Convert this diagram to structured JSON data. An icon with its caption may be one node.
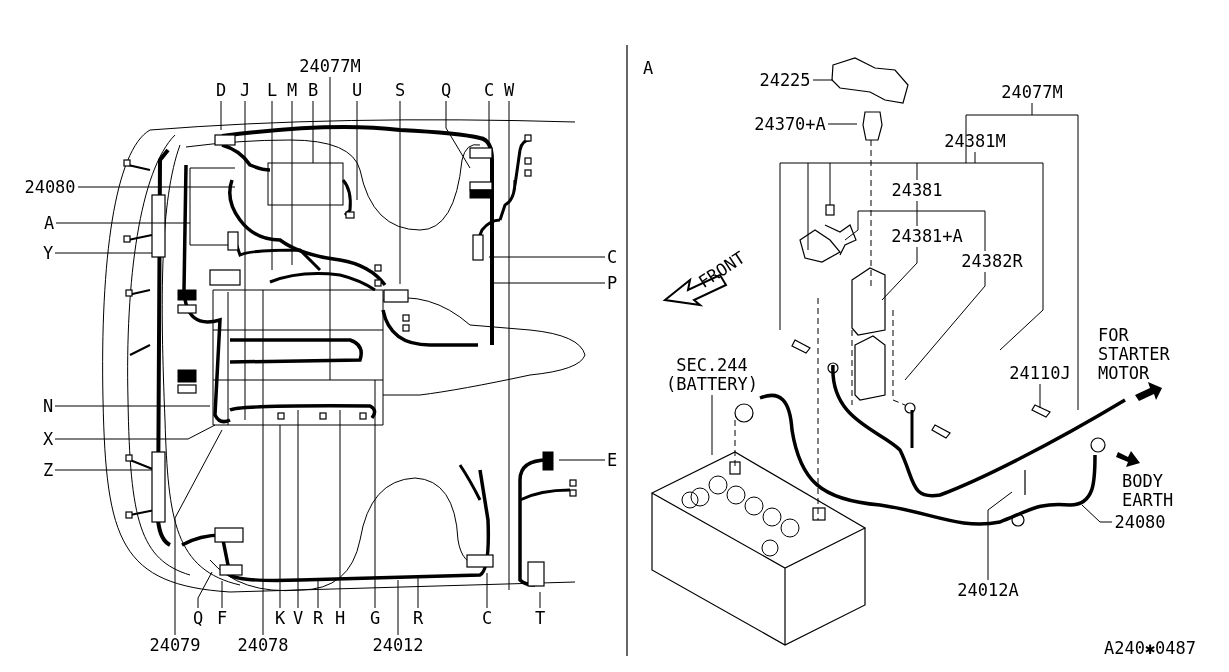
{
  "diagram": {
    "nodes": [
      {
        "text": [
          "24077M"
        ]
      },
      {
        "text": [
          "D"
        ]
      },
      {
        "text": [
          "J"
        ]
      },
      {
        "text": [
          "L"
        ]
      },
      {
        "text": [
          "M"
        ]
      },
      {
        "text": [
          "B"
        ]
      },
      {
        "text": [
          "U"
        ]
      },
      {
        "text": [
          "S"
        ]
      },
      {
        "text": [
          "Q"
        ]
      },
      {
        "text": [
          "C"
        ]
      },
      {
        "text": [
          "W"
        ]
      },
      {
        "text": [
          "24080"
        ]
      },
      {
        "text": [
          "A"
        ]
      },
      {
        "text": [
          "Y"
        ]
      },
      {
        "text": [
          "N"
        ]
      },
      {
        "text": [
          "X"
        ]
      },
      {
        "text": [
          "Z"
        ]
      },
      {
        "text": [
          "C"
        ]
      },
      {
        "text": [
          "P"
        ]
      },
      {
        "text": [
          "E"
        ]
      },
      {
        "text": [
          "Q"
        ]
      },
      {
        "text": [
          "F"
        ]
      },
      {
        "text": [
          "K"
        ]
      },
      {
        "text": [
          "V"
        ]
      },
      {
        "text": [
          "R"
        ]
      },
      {
        "text": [
          "H"
        ]
      },
      {
        "text": [
          "G"
        ]
      },
      {
        "text": [
          "R"
        ]
      },
      {
        "text": [
          "C"
        ]
      },
      {
        "text": [
          "T"
        ]
      },
      {
        "text": [
          "24079"
        ]
      },
      {
        "text": [
          "24078"
        ]
      },
      {
        "text": [
          "24012"
        ]
      },
      {
        "text": [
          "24225"
        ]
      },
      {
        "text": [
          "24370+A"
        ]
      },
      {
        "text": [
          "24077M"
        ]
      },
      {
        "text": [
          "24381M"
        ]
      },
      {
        "text": [
          "24381"
        ]
      },
      {
        "text": [
          "24381+A"
        ]
      },
      {
        "text": [
          "24382R"
        ]
      },
      {
        "text": [
          "SEC.244 (BATTERY)"
        ]
      },
      {
        "text": [
          "24110J"
        ]
      },
      {
        "text": [
          "24080"
        ]
      },
      {
        "text": [
          "24012A"
        ]
      }
    ],
    "edges": [
      {
        "from": 0,
        "to": null,
        "arrow": "none"
      },
      {
        "from": 1,
        "to": null,
        "arrow": "none"
      },
      {
        "from": 2,
        "to": null,
        "arrow": "none"
      },
      {
        "from": 3,
        "to": null,
        "arrow": "none"
      },
      {
        "from": 4,
        "to": null,
        "arrow": "none"
      },
      {
        "from": 5,
        "to": null,
        "arrow": "none"
      },
      {
        "from": 6,
        "to": null,
        "arrow": "none"
      },
      {
        "from": 7,
        "to": null,
        "arrow": "none"
      },
      {
        "from": 8,
        "to": null,
        "arrow": "none"
      },
      {
        "from": 9,
        "to": null,
        "arrow": "none"
      },
      {
        "from": 10,
        "to": null,
        "arrow": "none"
      },
      {
        "from": 11,
        "to": null,
        "arrow": "none"
      },
      {
        "from": 12,
        "to": null,
        "arrow": "none"
      },
      {
        "from": 13,
        "to": null,
        "arrow": "none"
      },
      {
        "from": 14,
        "to": null,
        "arrow": "none"
      },
      {
        "from": 15,
        "to": null,
        "arrow": "none"
      },
      {
        "from": 16,
        "to": null,
        "arrow": "none"
      },
      {
        "from": 17,
        "to": null,
        "arrow": "none"
      },
      {
        "from": 18,
        "to": null,
        "arrow": "none"
      },
      {
        "from": 19,
        "to": null,
        "arrow": "none"
      },
      {
        "from": 20,
        "to": null,
        "arrow": "none"
      },
      {
        "from": 21,
        "to": null,
        "arrow": "none"
      },
      {
        "from": 22,
        "to": null,
        "arrow": "none"
      },
      {
        "from": 23,
        "to": null,
        "arrow": "none"
      },
      {
        "from": 24,
        "to": null,
        "arrow": "none"
      },
      {
        "from": 25,
        "to": null,
        "arrow": "none"
      },
      {
        "from": 26,
        "to": null,
        "arrow": "none"
      },
      {
        "from": 27,
        "to": null,
        "arrow": "none"
      },
      {
        "from": 28,
        "to": null,
        "arrow": "none"
      },
      {
        "from": 29,
        "to": null,
        "arrow": "none"
      },
      {
        "from": 30,
        "to": null,
        "arrow": "none"
      },
      {
        "from": 31,
        "to": null,
        "arrow": "none"
      },
      {
        "from": 32,
        "to": null,
        "arrow": "none"
      },
      {
        "from": 33,
        "to": null,
        "arrow": "none"
      },
      {
        "from": 34,
        "to": null,
        "arrow": "none"
      },
      {
        "from": 35,
        "to": null,
        "arrow": "none"
      },
      {
        "from": 36,
        "to": null,
        "arrow": "none"
      },
      {
        "from": 37,
        "to": null,
        "arrow": "none"
      },
      {
        "from": 38,
        "to": null,
        "arrow": "none"
      },
      {
        "from": 39,
        "to": null,
        "arrow": "none"
      },
      {
        "from": 40,
        "to": null,
        "arrow": "none"
      },
      {
        "from": 41,
        "to": null,
        "arrow": "none"
      },
      {
        "from": 42,
        "to": null,
        "arrow": "none"
      },
      {
        "from": 43,
        "to": null,
        "arrow": "none"
      },
      {
        "from": 37,
        "to": 38,
        "arrow": "none"
      }
    ],
    "labels": [
      "A",
      "FRONT",
      "FOR STARTER MOTOR",
      "BODY EARTH",
      "A240✱0487"
    ]
  }
}
